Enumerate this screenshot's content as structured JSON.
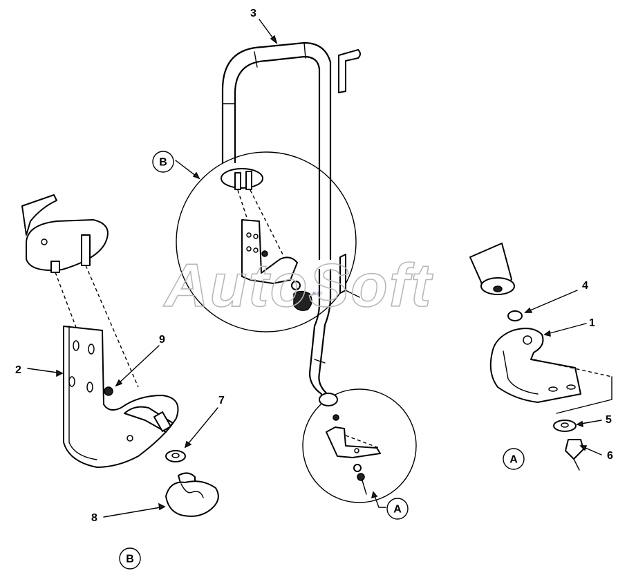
{
  "callouts": {
    "c1": "1",
    "c2": "2",
    "c3": "3",
    "c4": "4",
    "c5": "5",
    "c6": "6",
    "c7": "7",
    "c8": "8",
    "c9": "9"
  },
  "detail_labels": {
    "b_top": "B",
    "b_bottom": "B",
    "a_pointer": "A",
    "a_right": "A"
  },
  "watermark": "AutoSoft",
  "colors": {
    "line": "#000000",
    "watermark": "#b8b8b8",
    "background": "#ffffff"
  }
}
